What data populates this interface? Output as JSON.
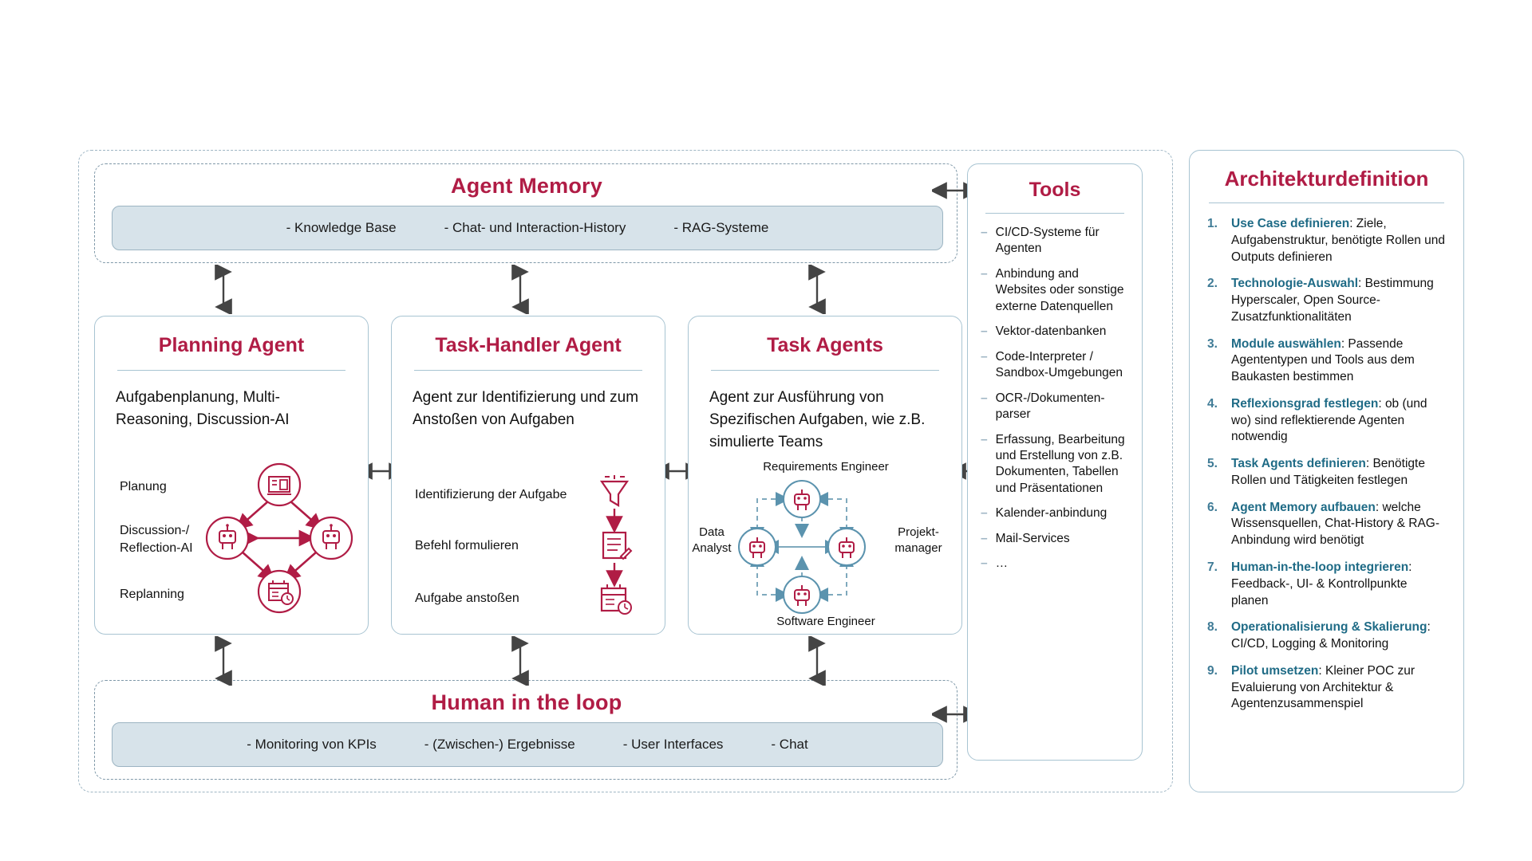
{
  "agent_memory": {
    "title": "Agent Memory",
    "items": [
      "- Knowledge Base",
      "- Chat- und Interaction-History",
      "- RAG-Systeme"
    ]
  },
  "human_loop": {
    "title": "Human in the loop",
    "items": [
      "- Monitoring von KPIs",
      "- (Zwischen-)  Ergebnisse",
      "- User Interfaces",
      "- Chat"
    ]
  },
  "planning_agent": {
    "title": "Planning Agent",
    "description": "Aufgabenplanung, Multi-Reasoning, Discussion-AI",
    "labels": {
      "planung": "Planung",
      "discussion": "Discussion-/ Reflection-AI",
      "replanning": "Replanning"
    }
  },
  "task_handler_agent": {
    "title": "Task-Handler Agent",
    "description": "Agent zur Identifizierung und zum Anstoßen von Aufgaben",
    "steps": [
      "Identifizierung der Aufgabe",
      "Befehl formulieren",
      "Aufgabe anstoßen"
    ]
  },
  "task_agents": {
    "title": "Task Agents",
    "description": "Agent zur Ausführung von Spezifischen Aufgaben, wie z.B. simulierte Teams",
    "roles": {
      "requirements_engineer": "Requirements Engineer",
      "data_analyst": "Data Analyst",
      "projektmanager": "Projekt- manager",
      "software_engineer": "Software Engineer"
    }
  },
  "tools": {
    "title": "Tools",
    "items": [
      "CI/CD-Systeme für Agenten",
      "Anbindung and Websites oder sonstige externe Datenquellen",
      "Vektor-datenbanken",
      "Code-Interpreter / Sandbox-Umgebungen",
      "OCR-/Dokumenten-parser",
      "Erfassung, Bearbeitung und Erstellung von z.B. Dokumenten, Tabellen und Präsentationen",
      "Kalender-anbindung",
      "Mail-Services",
      "…"
    ]
  },
  "architektur": {
    "title": "Architekturdefinition",
    "items": [
      {
        "num": "1.",
        "lead": "Use Case definieren",
        "rest": ": Ziele, Aufgabenstruktur, benötigte Rollen und Outputs definieren"
      },
      {
        "num": "2.",
        "lead": "Technologie-Auswahl",
        "rest": ": Bestimmung Hyperscaler, Open Source-Zusatzfunktionalitäten"
      },
      {
        "num": "3.",
        "lead": "Module auswählen",
        "rest": ": Passende Agententypen und Tools aus dem Baukasten bestimmen"
      },
      {
        "num": "4.",
        "lead": "Reflexionsgrad festlegen",
        "rest": ": ob (und wo) sind reflektierende Agenten notwendig"
      },
      {
        "num": "5.",
        "lead": "Task Agents definieren",
        "rest": ": Benötigte Rollen und Tätigkeiten festlegen"
      },
      {
        "num": "6.",
        "lead": "Agent Memory aufbauen",
        "rest": ": welche Wissensquellen, Chat-History & RAG-Anbindung wird benötigt"
      },
      {
        "num": "7.",
        "lead": "Human-in-the-loop integrieren",
        "rest": ": Feedback-, UI- & Kontrollpunkte planen"
      },
      {
        "num": "8.",
        "lead": "Operationalisierung & Skalierung",
        "rest": ": CI/CD, Logging & Monitoring"
      },
      {
        "num": "9.",
        "lead": "Pilot umsetzen",
        "rest": ": Kleiner POC zur Evaluierung von Architektur & Agentenzusammenspiel"
      }
    ]
  },
  "colors": {
    "accent_crimson": "#b01c45",
    "accent_blue": "#1f6b86",
    "panel_border": "#a8c4d2",
    "bar_fill": "#d7e3ea",
    "dashed_border": "#9fb6c4"
  }
}
